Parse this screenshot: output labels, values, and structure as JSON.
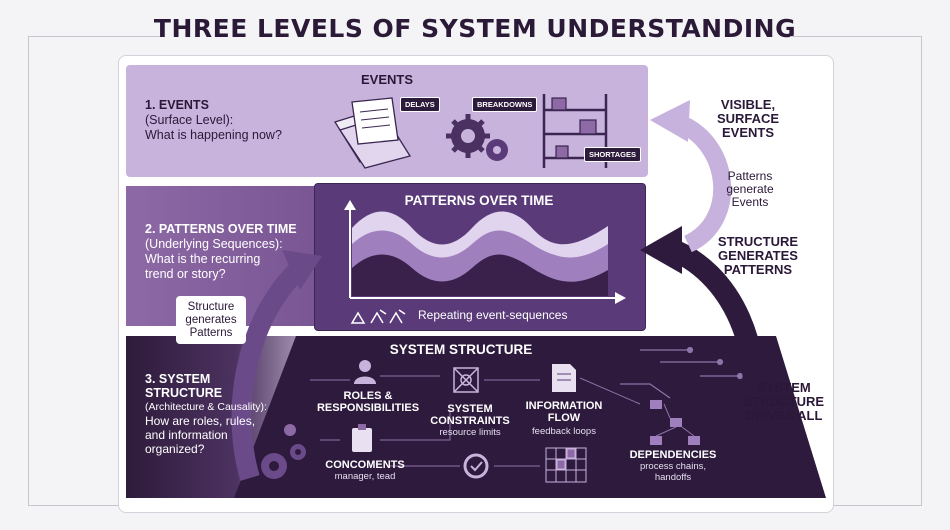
{
  "title": "THREE LEVELS OF SYSTEM UNDERSTANDING",
  "level1": {
    "header": "EVENTS",
    "num": "1. EVENTS",
    "sub": "(Surface Level):",
    "question": "What is happening now?",
    "tags": [
      "DELAYS",
      "BREAKDOWNS",
      "SHORTAGES"
    ]
  },
  "level2": {
    "num": "2. PATTERNS OVER TIME",
    "sub": "(Underlying Sequences):",
    "q1": "What is the recurring",
    "q2": "trend or story?",
    "chart_title": "PATTERNS OVER TIME",
    "caption": "Repeating event-sequences"
  },
  "level3": {
    "num1": "3. SYSTEM",
    "num2": "STRUCTURE",
    "sub": "(Architecture & Causality):",
    "q1": "How are roles, rules,",
    "q2": "and information",
    "q3": "organized?",
    "header": "SYSTEM STRUCTURE",
    "roles1": "ROLES &",
    "roles2": "RESPONSIBILITIES",
    "constraints1": "SYSTEM",
    "constraints2": "CONSTRAINTS",
    "constraints_sub": "resource limits",
    "info1": "INFORMATION",
    "info2": "FLOW",
    "info_sub": "feedback loops",
    "components": "CONCOMENTS",
    "components_sub": "manager, tead",
    "deps": "DEPENDENCIES",
    "deps_sub1": "process chains,",
    "deps_sub2": "handoffs"
  },
  "left_box": {
    "l1": "Structure",
    "l2": "generates",
    "l3": "Patterns"
  },
  "right": {
    "visible1": "VISIBLE,",
    "visible2": "SURFACE",
    "visible3": "EVENTS",
    "pg1": "Patterns",
    "pg2": "generate",
    "pg3": "Events",
    "sgp1": "STRUCTURE",
    "sgp2": "GENERATES",
    "sgp3": "PATTERNS",
    "sda1": "SYSTEM",
    "sda2": "STRUCTURE",
    "sda3": "DRIVES ALL"
  },
  "colors": {
    "dark": "#2b1838",
    "purple": "#5b3a79",
    "lavender": "#c8b3dc",
    "mid": "#8d69a5"
  }
}
